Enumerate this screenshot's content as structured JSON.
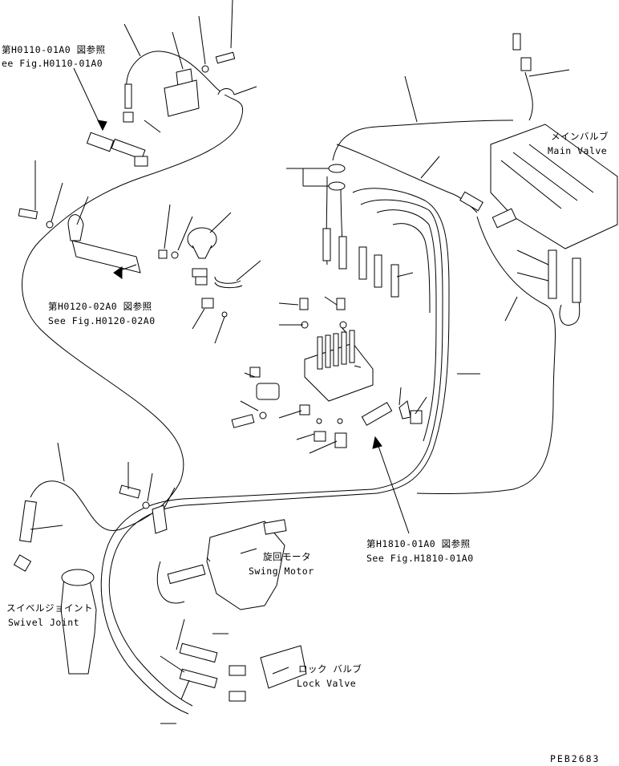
{
  "labels": {
    "ref_h0110_jp": "第H0110-01A0 図参照",
    "ref_h0110_en": "ee Fig.H0110-01A0",
    "ref_h0120_jp": "第H0120-02A0 図参照",
    "ref_h0120_en": "See Fig.H0120-02A0",
    "main_valve_jp": "メインバルブ",
    "main_valve_en": "Main Valve",
    "ref_h1810_jp": "第H1810-01A0 図参照",
    "ref_h1810_en": "See Fig.H1810-01A0",
    "swing_motor_jp": "旋回モータ",
    "swing_motor_en": "Swing Motor",
    "swivel_joint_jp": "スイベルジョイント",
    "swivel_joint_en": "Swivel Joint",
    "lock_valve_jp": "ロック バルブ",
    "lock_valve_en": "Lock Valve",
    "drawing_code": "PEB2683"
  }
}
